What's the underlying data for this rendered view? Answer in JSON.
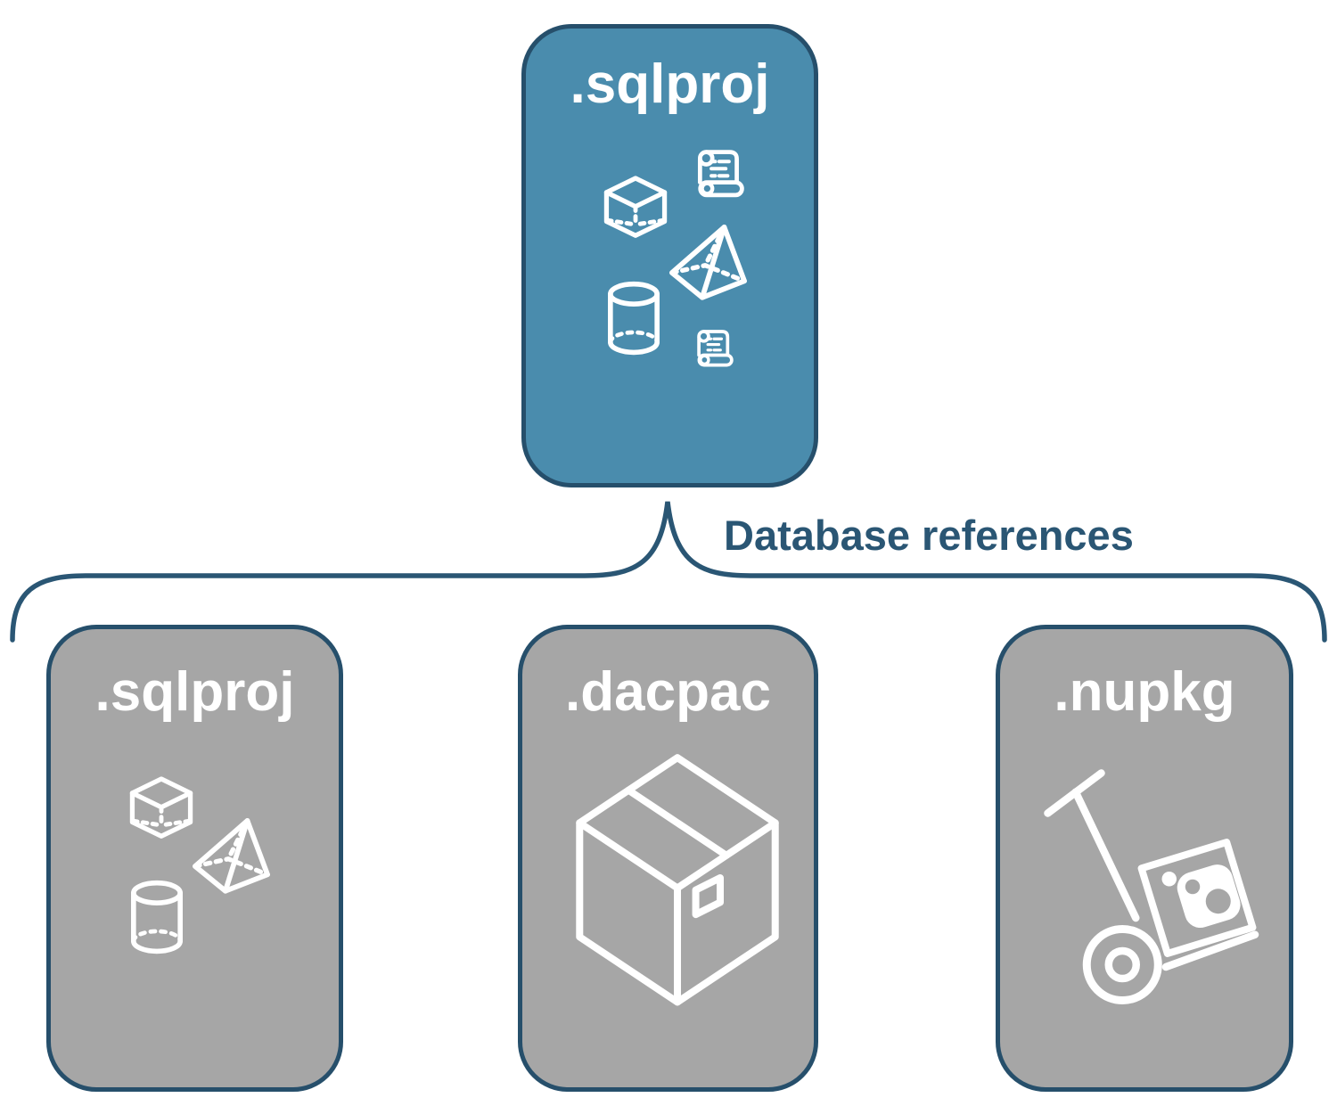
{
  "connector": {
    "label": "Database references"
  },
  "root_node": {
    "label": ".sqlproj",
    "icons": [
      "scroll-icon",
      "cube-icon",
      "pyramid-icon",
      "cylinder-icon",
      "scroll-icon"
    ]
  },
  "child_nodes": [
    {
      "label": ".sqlproj",
      "icons": [
        "cube-icon",
        "pyramid-icon",
        "cylinder-icon"
      ]
    },
    {
      "label": ".dacpac",
      "icons": [
        "package-box-icon"
      ]
    },
    {
      "label": ".nupkg",
      "icons": [
        "hand-truck-icon"
      ]
    }
  ],
  "colors": {
    "background": "#FFFFFF",
    "root_fill": "#4A8CAD",
    "child_fill": "#A6A6A6",
    "node_border": "#264F6B",
    "node_label_color": "#FFFFFF",
    "icon_color": "#FFFFFF",
    "connector_stroke": "#2A5674",
    "connector_label_color": "#2A5674"
  }
}
